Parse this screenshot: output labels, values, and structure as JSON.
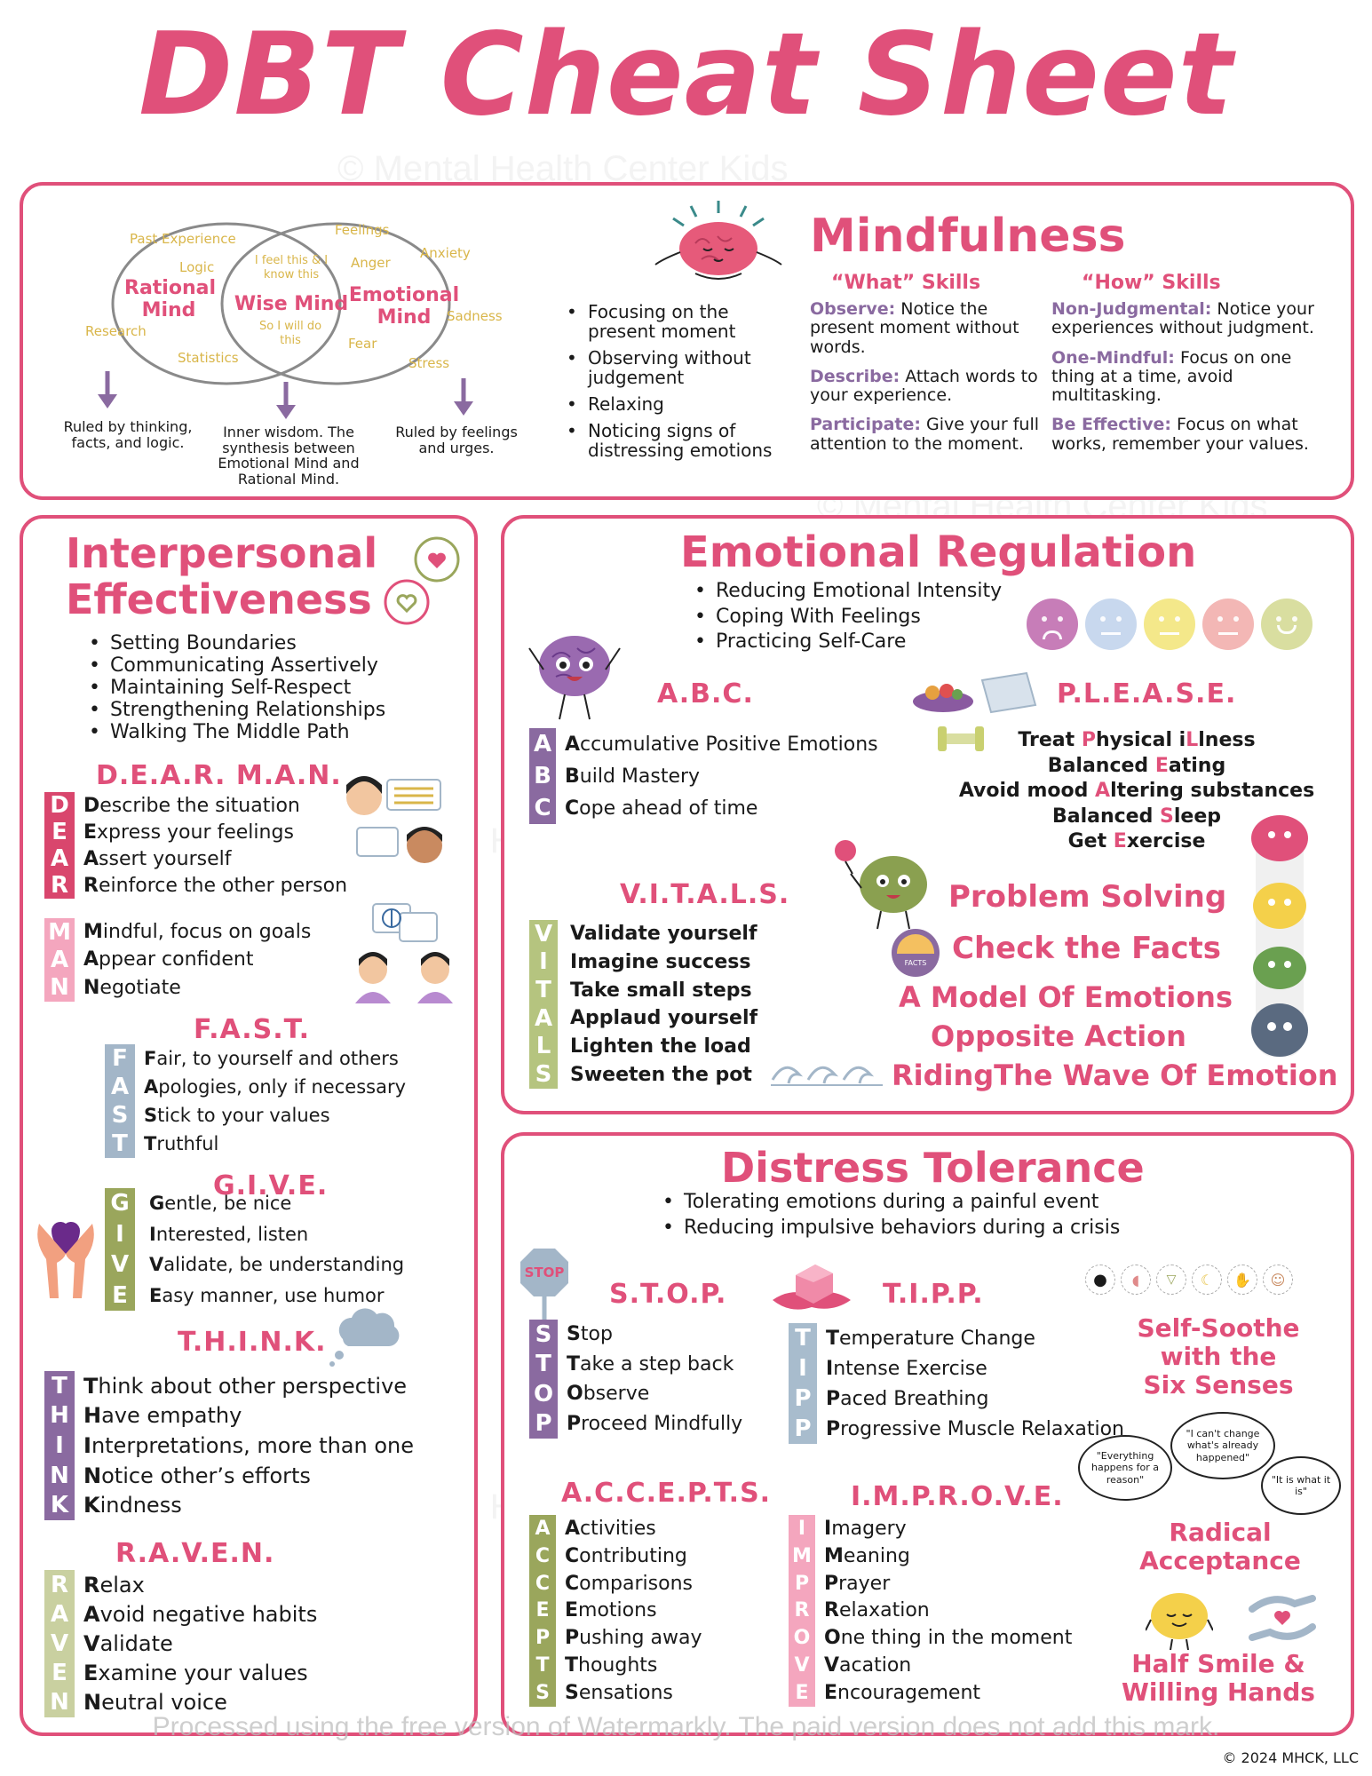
{
  "title": "DBT Cheat Sheet",
  "watermark": "© Mental Health Center Kids",
  "footer": {
    "watermarkly": "Processed using the free version of Watermarkly. The paid version does not add this mark.",
    "copyright": "© 2024 MHCK, LLC"
  },
  "mindfulness": {
    "title": "Mindfulness",
    "venn": {
      "rational": "Rational Mind",
      "wise": "Wise Mind",
      "emotional": "Emotional Mind",
      "rational_words": [
        "Past Experience",
        "Logic",
        "Research",
        "Statistics"
      ],
      "wise_words": [
        "I feel this & I know this",
        "So I will do this"
      ],
      "emotional_words": [
        "Feelings",
        "Anxiety",
        "Anger",
        "Sadness",
        "Fear",
        "Stress"
      ],
      "captions": [
        "Ruled by thinking, facts, and logic.",
        "Inner wisdom. The synthesis between Emotional Mind and Rational Mind.",
        "Ruled by feelings and urges."
      ]
    },
    "bullets": [
      "Focusing on the present moment",
      "Observing without judgement",
      "Relaxing",
      "Noticing signs of distressing emotions"
    ],
    "what_title": "“What” Skills",
    "how_title": "“How” Skills",
    "what": [
      {
        "term": "Observe:",
        "text": " Notice the present moment without words."
      },
      {
        "term": "Describe:",
        "text": " Attach words to your experience."
      },
      {
        "term": "Participate:",
        "text": " Give your full attention to the moment."
      }
    ],
    "how": [
      {
        "term": "Non-Judgmental:",
        "text": " Notice your experiences without judgment."
      },
      {
        "term": "One-Mindful:",
        "text": " Focus on one thing at a time, avoid multitasking."
      },
      {
        "term": "Be Effective:",
        "text": "  Focus on what works, remember your values."
      }
    ]
  },
  "interpersonal": {
    "title_line1": "Interpersonal",
    "title_line2": "Effectiveness",
    "bullets": [
      "Setting Boundaries",
      "Communicating Assertively",
      "Maintaining Self-Respect",
      "Strengthening Relationships",
      "Walking The Middle Path"
    ],
    "dearman": {
      "title": "D.E.A.R. M.A.N.",
      "letters": [
        "D",
        "E",
        "A",
        "R"
      ],
      "items": [
        [
          "D",
          "escribe the situation"
        ],
        [
          "E",
          "xpress your feelings"
        ],
        [
          "A",
          "ssert yourself"
        ],
        [
          "R",
          "einforce the other person"
        ]
      ]
    },
    "man": {
      "letters": [
        "M",
        "A",
        "N"
      ],
      "items": [
        [
          "M",
          "indful, focus on goals"
        ],
        [
          "A",
          "ppear confident"
        ],
        [
          "N",
          "egotiate"
        ]
      ]
    },
    "fast": {
      "title": "F.A.S.T.",
      "letters": [
        "F",
        "A",
        "S",
        "T"
      ],
      "items": [
        [
          "F",
          "air, to yourself and others"
        ],
        [
          "A",
          "pologies, only if necessary"
        ],
        [
          "S",
          "tick to your values"
        ],
        [
          "T",
          "ruthful"
        ]
      ]
    },
    "give": {
      "title": "G.I.V.E.",
      "letters": [
        "G",
        "I",
        "V",
        "E"
      ],
      "items": [
        [
          "G",
          "entle, be nice"
        ],
        [
          "I",
          "nterested, listen"
        ],
        [
          "V",
          "alidate, be understanding"
        ],
        [
          "E",
          "asy manner, use humor"
        ]
      ]
    },
    "think": {
      "title": "T.H.I.N.K.",
      "letters": [
        "T",
        "H",
        "I",
        "N",
        "K"
      ],
      "items": [
        [
          "T",
          "hink about other perspective"
        ],
        [
          "H",
          "ave empathy"
        ],
        [
          "I",
          "nterpretations, more than one"
        ],
        [
          "N",
          "otice other’s efforts"
        ],
        [
          "K",
          "indness"
        ]
      ]
    },
    "raven": {
      "title": "R.A.V.E.N.",
      "letters": [
        "R",
        "A",
        "V",
        "E",
        "N"
      ],
      "items": [
        [
          "R",
          "elax"
        ],
        [
          "A",
          "void negative habits"
        ],
        [
          "V",
          "alidate"
        ],
        [
          "E",
          "xamine your values"
        ],
        [
          "N",
          "eutral voice"
        ]
      ]
    }
  },
  "emotional": {
    "title": "Emotional Regulation",
    "bullets": [
      "Reducing Emotional Intensity",
      "Coping With Feelings",
      "Practicing Self-Care"
    ],
    "abc": {
      "title": "A.B.C.",
      "letters": [
        "A",
        "B",
        "C"
      ],
      "items": [
        [
          "A",
          "ccumulative Positive Emotions"
        ],
        [
          "B",
          "uild Mastery"
        ],
        [
          "C",
          "ope ahead of time"
        ]
      ]
    },
    "please": {
      "title": "P.L.E.A.S.E.",
      "lines": [
        [
          "Treat ",
          "P",
          "hysical i",
          "L",
          "lness"
        ],
        [
          "Balanced ",
          "E",
          "ating",
          "",
          ""
        ],
        [
          "Avoid mood ",
          "A",
          "ltering substances",
          "",
          ""
        ],
        [
          "Balanced ",
          "S",
          "leep",
          "",
          ""
        ],
        [
          "Get ",
          "E",
          "xercise",
          "",
          ""
        ]
      ]
    },
    "vitals": {
      "title": "V.I.T.A.L.S.",
      "letters": [
        "V",
        "I",
        "T",
        "A",
        "L",
        "S"
      ],
      "items": [
        [
          "V",
          "alidate yourself"
        ],
        [
          "I",
          "magine success"
        ],
        [
          "T",
          "ake small steps"
        ],
        [
          "A",
          "pplaud yourself"
        ],
        [
          "L",
          "ighten the load"
        ],
        [
          "S",
          "weeten the pot"
        ]
      ]
    },
    "skills": [
      "Problem Solving",
      "Check the Facts",
      "A Model Of Emotions",
      "Opposite Action",
      "RidingThe Wave Of Emotion"
    ],
    "facts_label": "FACTS",
    "faces": [
      "#c77db8",
      "#c8d8ee",
      "#f4e88a",
      "#f3b7b5",
      "#d9dea0"
    ]
  },
  "distress": {
    "title": "Distress Tolerance",
    "bullets": [
      "Tolerating emotions during a painful event",
      "Reducing impulsive behaviors during a crisis"
    ],
    "stop_sign": "STOP",
    "stop": {
      "title": "S.T.O.P.",
      "letters": [
        "S",
        "T",
        "O",
        "P"
      ],
      "items": [
        [
          "S",
          "top"
        ],
        [
          "T",
          "ake a step back"
        ],
        [
          "O",
          "bserve"
        ],
        [
          "P",
          "roceed Mindfully"
        ]
      ]
    },
    "tipp": {
      "title": "T.I.P.P.",
      "letters": [
        "T",
        "I",
        "P",
        "P"
      ],
      "items": [
        [
          "T",
          "emperature Change"
        ],
        [
          "I",
          "ntense Exercise"
        ],
        [
          "P",
          "aced Breathing"
        ],
        [
          "P",
          "rogressive Muscle Relaxation"
        ]
      ]
    },
    "accepts": {
      "title": "A.C.C.E.P.T.S.",
      "letters": [
        "A",
        "C",
        "C",
        "E",
        "P",
        "T",
        "S"
      ],
      "items": [
        [
          "A",
          "ctivities"
        ],
        [
          "C",
          "ontributing"
        ],
        [
          "C",
          "omparisons"
        ],
        [
          "E",
          "motions"
        ],
        [
          "P",
          "ushing away"
        ],
        [
          "T",
          "houghts"
        ],
        [
          "S",
          "ensations"
        ]
      ]
    },
    "improve": {
      "title": "I.M.P.R.O.V.E.",
      "letters": [
        "I",
        "M",
        "P",
        "R",
        "O",
        "V",
        "E"
      ],
      "items": [
        [
          "I",
          "magery"
        ],
        [
          "M",
          "eaning"
        ],
        [
          "P",
          "rayer"
        ],
        [
          "R",
          "elaxation"
        ],
        [
          "O",
          "ne thing in the moment"
        ],
        [
          "V",
          "acation"
        ],
        [
          "E",
          "ncouragement"
        ]
      ]
    },
    "self_soothe": [
      "Self-Soothe",
      "with the",
      "Six Senses"
    ],
    "bubbles": [
      "\"Everything happens for a reason\"",
      "\"I can't change what's already happened\"",
      "\"It is what it is\""
    ],
    "radical": [
      "Radical",
      "Acceptance"
    ],
    "half_smile": [
      "Half Smile &",
      "Willing Hands"
    ]
  },
  "colors": {
    "accent": "#e0507a",
    "dear": "#d9466d",
    "man": "#f4a6be",
    "fast": "#a3b6c8",
    "give": "#9aa65c",
    "think": "#8a6aa0",
    "raven": "#c9d0a0",
    "abc": "#8a6aa0",
    "vitals": "#b5c47f",
    "stop": "#8a6aa0",
    "tipp": "#a8bccd",
    "accepts": "#9aa65c",
    "improve": "#f4a6be",
    "purple_term": "#8a6aa0"
  }
}
